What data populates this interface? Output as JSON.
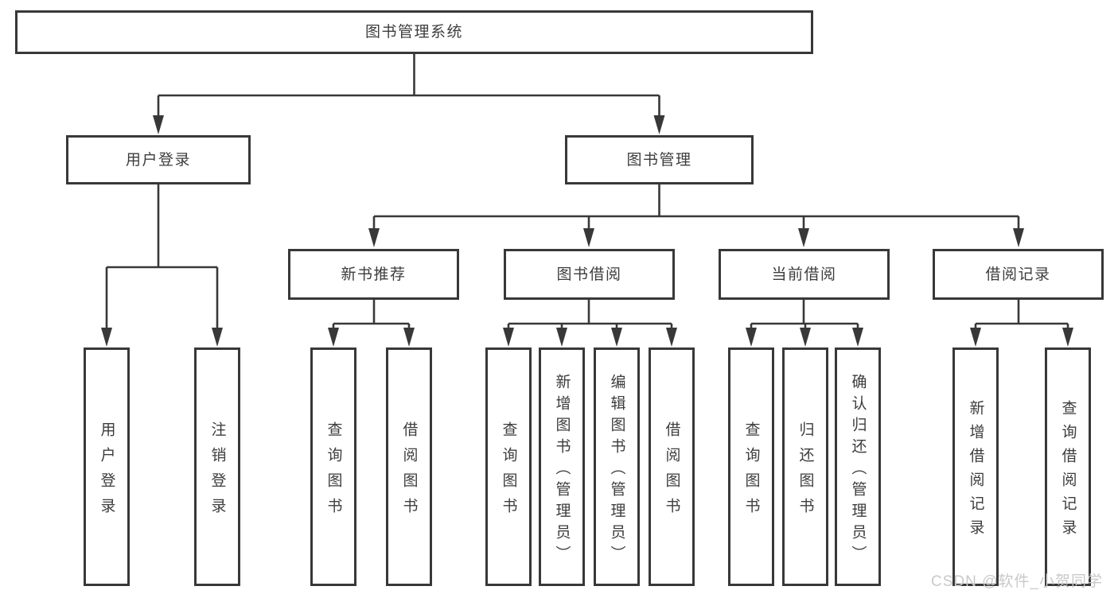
{
  "diagram_title": "图书管理系统",
  "nodes": {
    "root": {
      "label": "图书管理系统"
    },
    "user_login": {
      "label": "用户登录"
    },
    "book_mgmt": {
      "label": "图书管理"
    },
    "new_book_rec": {
      "label": "新书推荐"
    },
    "book_borrow": {
      "label": "图书借阅"
    },
    "current_borrow": {
      "label": "当前借阅"
    },
    "borrow_records": {
      "label": "借阅记录"
    },
    "ul_login": {
      "label": "用户登录"
    },
    "ul_logout": {
      "label": "注销登录"
    },
    "nb_query_book": {
      "label": "查询图书"
    },
    "nb_borrow_book": {
      "label": "借阅图书"
    },
    "bb_query_book": {
      "label": "查询图书"
    },
    "bb_add_book": {
      "label": "新增图书（管理员）"
    },
    "bb_edit_book": {
      "label": "编辑图书（管理员）"
    },
    "bb_borrow_book": {
      "label": "借阅图书"
    },
    "cb_query_book": {
      "label": "查询图书"
    },
    "cb_return_book": {
      "label": "归还图书"
    },
    "cb_confirm_return": {
      "label": "确认归还（管理员）"
    },
    "br_add_record": {
      "label": "新增借阅记录"
    },
    "br_query_record": {
      "label": "查询借阅记录"
    }
  },
  "hierarchy": [
    {
      "parent": "图书管理系统",
      "children": [
        "用户登录",
        "图书管理"
      ]
    },
    {
      "parent": "用户登录",
      "children": [
        "用户登录",
        "注销登录"
      ]
    },
    {
      "parent": "图书管理",
      "children": [
        "新书推荐",
        "图书借阅",
        "当前借阅",
        "借阅记录"
      ]
    },
    {
      "parent": "新书推荐",
      "children": [
        "查询图书",
        "借阅图书"
      ]
    },
    {
      "parent": "图书借阅",
      "children": [
        "查询图书",
        "新增图书（管理员）",
        "编辑图书（管理员）",
        "借阅图书"
      ]
    },
    {
      "parent": "当前借阅",
      "children": [
        "查询图书",
        "归还图书",
        "确认归还（管理员）"
      ]
    },
    {
      "parent": "借阅记录",
      "children": [
        "新增借阅记录",
        "查询借阅记录"
      ]
    }
  ],
  "watermark": {
    "text": "CSDN @软件_小贺同学",
    "color": "#c9c9c9"
  },
  "colors": {
    "line": "#383838",
    "text": "#3d3d3d",
    "box_background": "#ffffff",
    "page_background": "#ffffff"
  }
}
